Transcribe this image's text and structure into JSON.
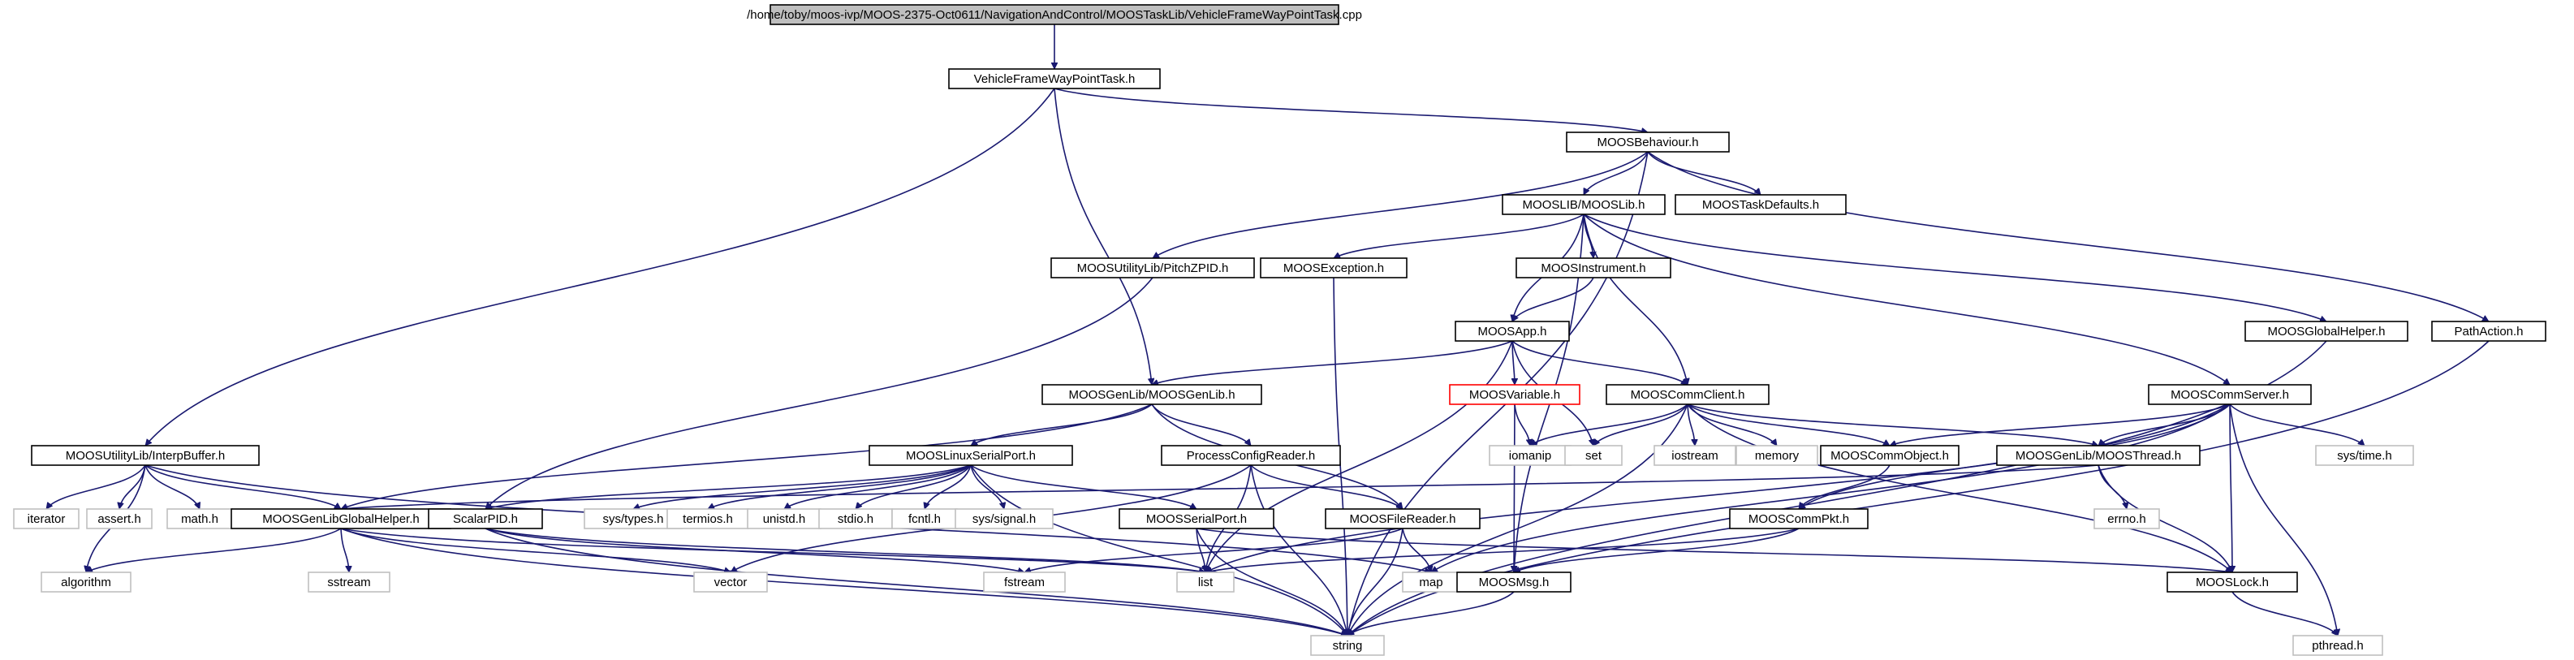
{
  "nodes": {
    "root": "/home/toby/moos-ivp/MOOS-2375-Oct0611/NavigationAndControl/MOOSTaskLib/VehicleFrameWayPointTask.cpp",
    "vfwpt_h": "VehicleFrameWayPointTask.h",
    "behaviour_h": "MOOSBehaviour.h",
    "moosliblib_h": "MOOSLIB/MOOSLib.h",
    "taskdefaults_h": "MOOSTaskDefaults.h",
    "pitchzpid_h": "MOOSUtilityLib/PitchZPID.h",
    "exception_h": "MOOSException.h",
    "instrument_h": "MOOSInstrument.h",
    "globalhelper_h": "MOOSGlobalHelper.h",
    "pathaction_h": "PathAction.h",
    "app_h": "MOOSApp.h",
    "genlib_h": "MOOSGenLib/MOOSGenLib.h",
    "variable_h": "MOOSVariable.h",
    "commclient_h": "MOOSCommClient.h",
    "commserver_h": "MOOSCommServer.h",
    "interp_h": "MOOSUtilityLib/InterpBuffer.h",
    "linuxserial_h": "MOOSLinuxSerialPort.h",
    "procconfig_h": "ProcessConfigReader.h",
    "iomanip": "iomanip",
    "set": "set",
    "iostream": "iostream",
    "memory": "memory",
    "commobject_h": "MOOSCommObject.h",
    "thread_h": "MOOSGenLib/MOOSThread.h",
    "systime_h": "sys/time.h",
    "iterator": "iterator",
    "assert_h": "assert.h",
    "math_h": "math.h",
    "genlibglobalhelper_h": "MOOSGenLibGlobalHelper.h",
    "scalarpid_h": "ScalarPID.h",
    "systypes_h": "sys/types.h",
    "termios_h": "termios.h",
    "unistd_h": "unistd.h",
    "stdio_h": "stdio.h",
    "fcntl_h": "fcntl.h",
    "syssignal_h": "sys/signal.h",
    "serialport_h": "MOOSSerialPort.h",
    "filereader_h": "MOOSFileReader.h",
    "commpkt_h": "MOOSCommPkt.h",
    "errno_h": "errno.h",
    "algorithm": "algorithm",
    "sstream": "sstream",
    "vector": "vector",
    "fstream": "fstream",
    "list": "list",
    "map": "map",
    "msg_h": "MOOSMsg.h",
    "lock_h": "MOOSLock.h",
    "string": "string",
    "pthread_h": "pthread.h"
  },
  "colors": {
    "edge": "#191970",
    "root_fill": "#bfbfbf",
    "system_header_border": "#c0c0c0",
    "highlight_border": "#ff0000"
  }
}
